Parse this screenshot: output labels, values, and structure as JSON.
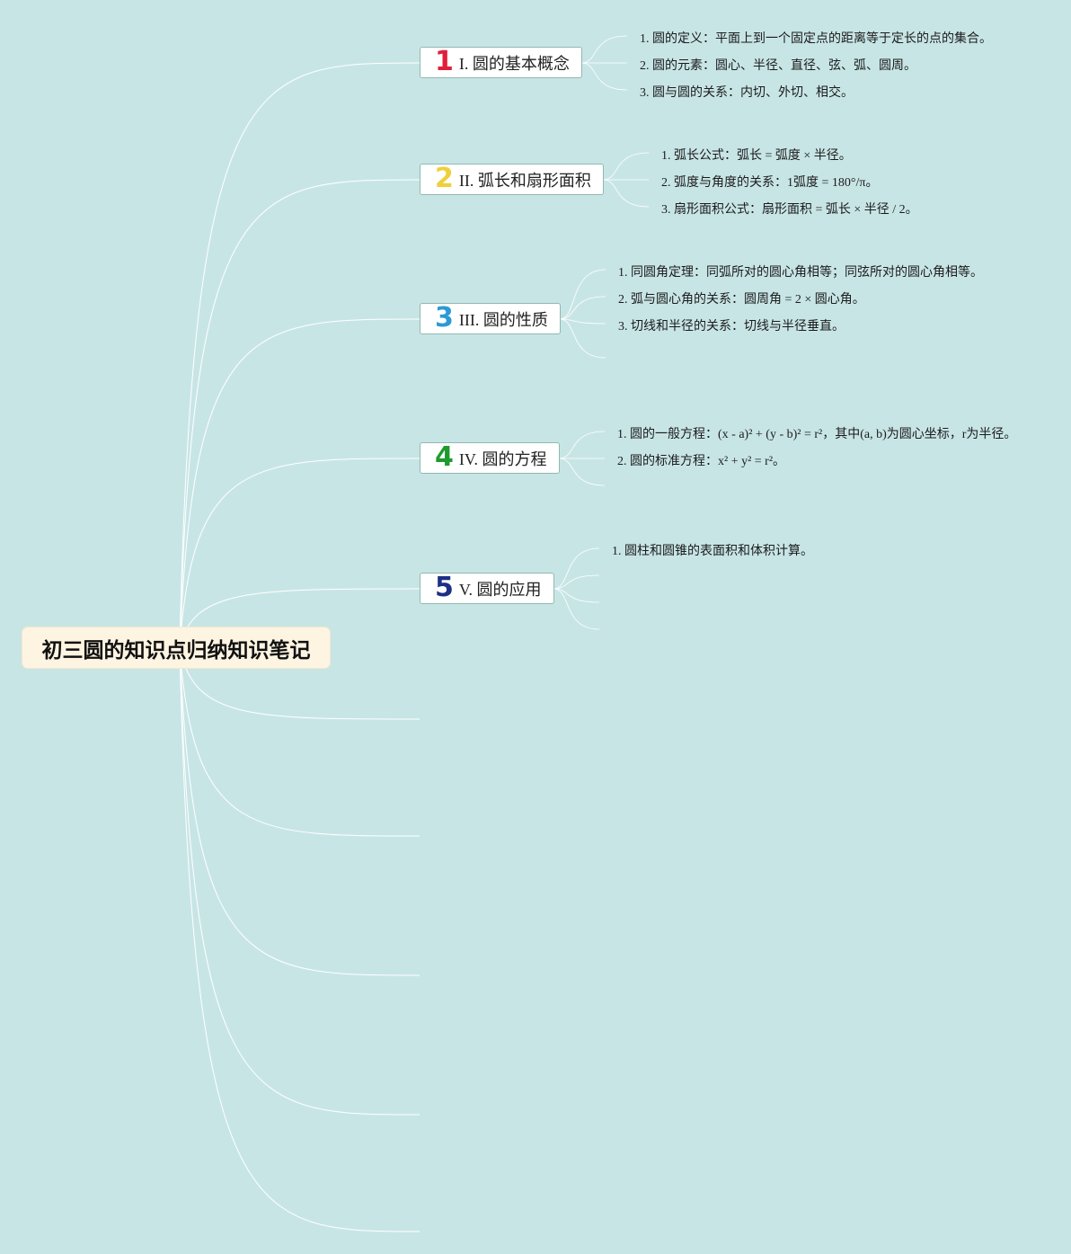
{
  "root": {
    "title": "初三圆的知识点归纳知识笔记"
  },
  "branches": [
    {
      "badge": "1",
      "badge_color": "#e0203a",
      "label": "I. 圆的基本概念",
      "items": [
        "1. 圆的定义：平面上到一个固定点的距离等于定长的点的集合。",
        "2. 圆的元素：圆心、半径、直径、弦、弧、圆周。",
        "3. 圆与圆的关系：内切、外切、相交。"
      ]
    },
    {
      "badge": "2",
      "badge_color": "#f0cf3a",
      "label": "II. 弧长和扇形面积",
      "items": [
        "1. 弧长公式：弧长 = 弧度 × 半径。",
        "2. 弧度与角度的关系：1弧度 = 180°/π。",
        "3. 扇形面积公式：扇形面积 = 弧长 × 半径 / 2。"
      ]
    },
    {
      "badge": "3",
      "badge_color": "#2a9ad6",
      "label": "III. 圆的性质",
      "items": [
        "1. 同圆角定理：同弧所对的圆心角相等；同弦所对的圆心角相等。",
        "2. 弧与圆心角的关系：圆周角 = 2 × 圆心角。",
        "3. 切线和半径的关系：切线与半径垂直。"
      ]
    },
    {
      "badge": "4",
      "badge_color": "#1f9a2e",
      "label": "IV. 圆的方程",
      "items": [
        "1. 圆的一般方程：(x - a)² + (y - b)² = r²，其中(a, b)为圆心坐标，r为半径。",
        "2. 圆的标准方程：x² + y² = r²。"
      ]
    },
    {
      "badge": "5",
      "badge_color": "#1c2f86",
      "label": "V. 圆的应用",
      "items": [
        "1. 圆柱和圆锥的表面积和体积计算。"
      ]
    }
  ]
}
